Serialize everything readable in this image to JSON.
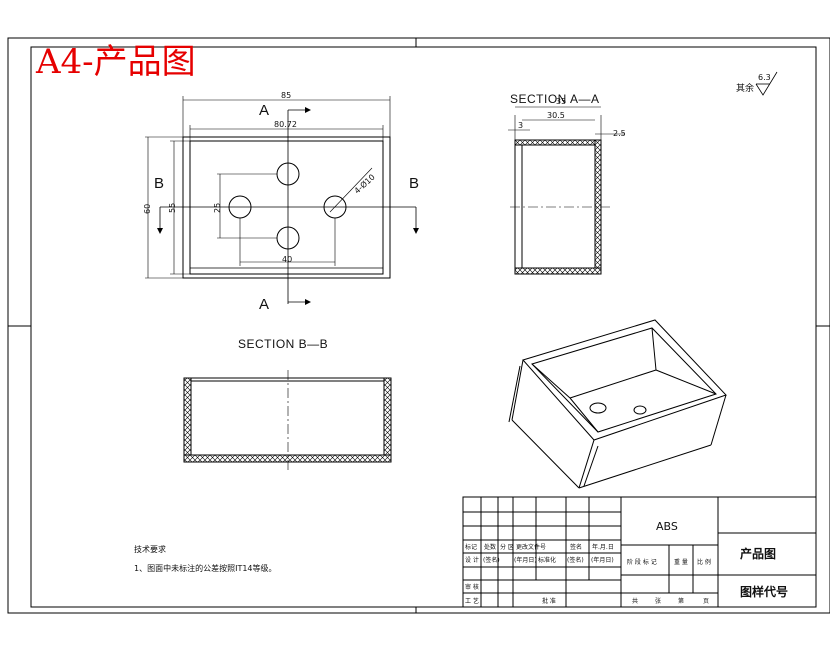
{
  "sheet_label": "A4-产品图",
  "roughness": {
    "prefix": "其余",
    "value": "6.3"
  },
  "front_view": {
    "dim_overall_width": "85",
    "dim_inner_width": "80.72",
    "dim_overall_height": "60",
    "dim_inner_height": "55",
    "dim_hole_spacing_v": "25",
    "dim_hole_spacing_h": "40",
    "hole_callout": "4-Ø10",
    "cut_a_label": "A",
    "cut_b_label": "B"
  },
  "section_a": {
    "title": "SECTION  A—A",
    "dim_top": "35",
    "dim_inner": "30.5",
    "dim_left": "3",
    "dim_wall": "2.5"
  },
  "section_b": {
    "title": "SECTION  B—B"
  },
  "tech_notes": {
    "title": "技术要求",
    "line1": "1、图面中未标注的公差按照IT14等级。"
  },
  "title_block": {
    "material": "ABS",
    "name": "产品图",
    "drawing_code": "图样代号",
    "row_labels": [
      "标记",
      "处数",
      "分 区",
      "更改文件号",
      "签名",
      "年.月.日"
    ],
    "design_row": [
      "设 计",
      "(签名)",
      "(年月日)",
      "标准化",
      "(签名)",
      "(年月日)"
    ],
    "check": "审 核",
    "process": "工 艺",
    "approve": "批 准",
    "stage_labels": [
      "阶 段 标 记",
      "重 量",
      "比 例"
    ],
    "sheet_labels": [
      "共",
      "张",
      "第",
      "页"
    ]
  }
}
